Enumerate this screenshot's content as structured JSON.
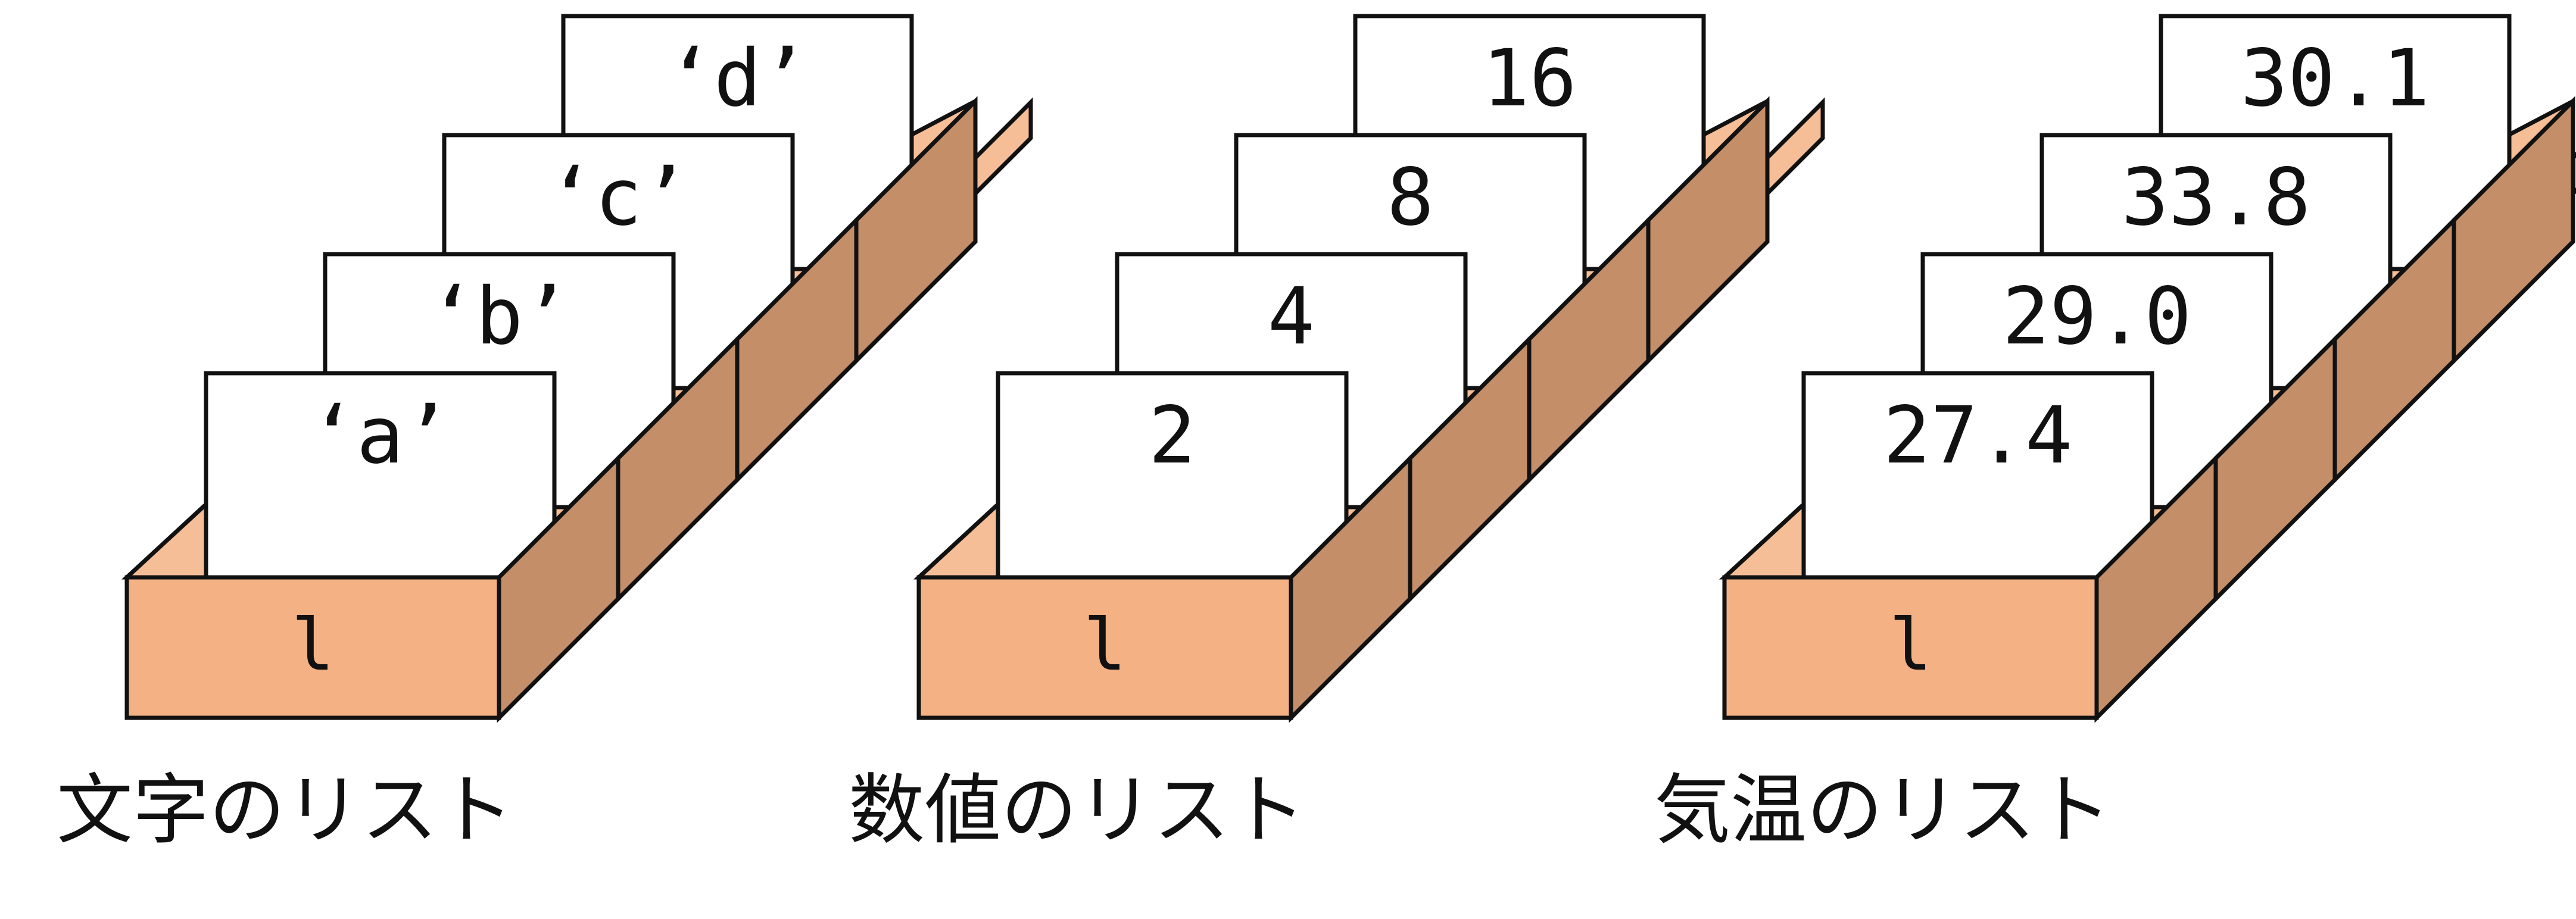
{
  "colors": {
    "box_front": "#F3B184",
    "box_side": "#C48E69",
    "box_inner": "#F5BE97",
    "card": "#FFFFFF",
    "outline": "#111111"
  },
  "lists": [
    {
      "caption": "文字のリスト",
      "box_label": "l",
      "cards": [
        "‘a’",
        "‘b’",
        "‘c’",
        "‘d’"
      ]
    },
    {
      "caption": "数値のリスト",
      "box_label": "l",
      "cards": [
        "2",
        "4",
        "8",
        "16"
      ]
    },
    {
      "caption": "気温のリスト",
      "box_label": "l",
      "cards": [
        "27.4",
        "29.0",
        "33.8",
        "30.1"
      ]
    }
  ]
}
